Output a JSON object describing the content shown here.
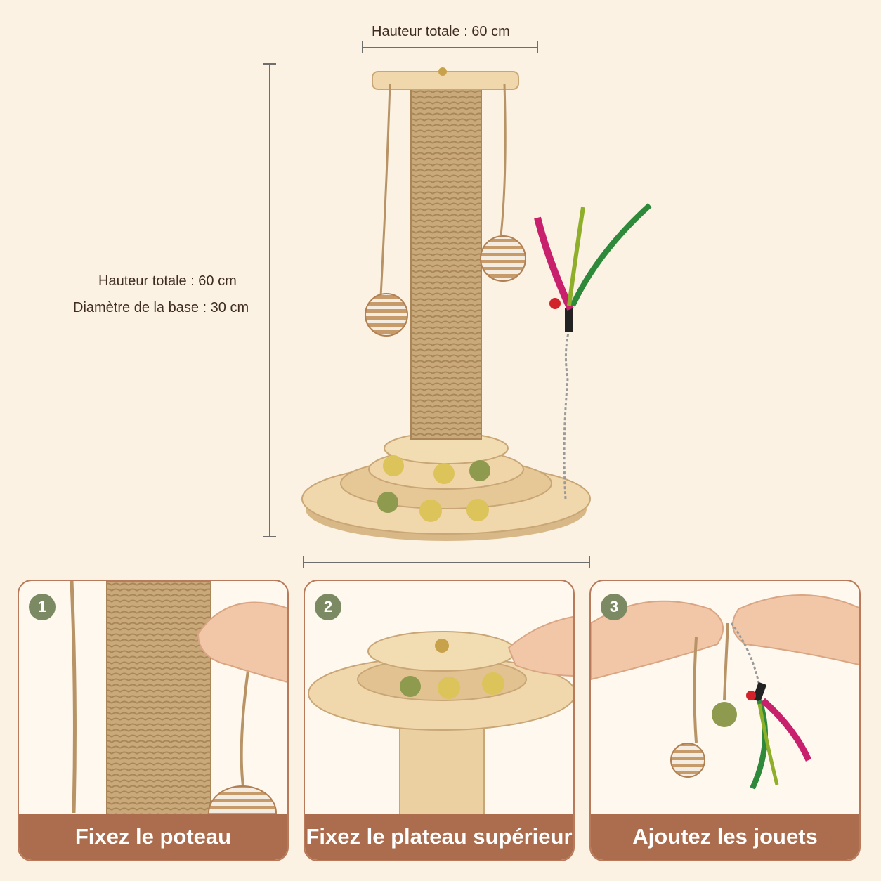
{
  "dimensions": {
    "top_label": "Hauteur totale : 60 cm",
    "height_label": "Hauteur totale : 60 cm",
    "diameter_label": "Diamètre de la base : 30 cm"
  },
  "steps": [
    {
      "number": "1",
      "caption": "Fixez le poteau"
    },
    {
      "number": "2",
      "caption": "Fixez le plateau supérieur"
    },
    {
      "number": "3",
      "caption": "Ajoutez les jouets"
    }
  ],
  "colors": {
    "background": "#fbf2e4",
    "caption_band": "#ac6d4e",
    "badge": "#7b8a62",
    "wood": "#efd5a8",
    "sisal": "#c8a67a"
  }
}
